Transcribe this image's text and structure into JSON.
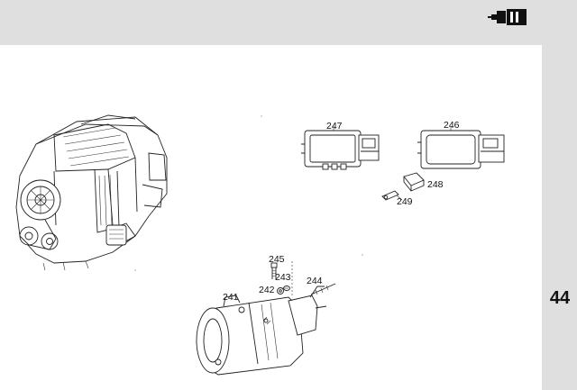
{
  "header": {
    "icon": "starter-motor-icon"
  },
  "page": {
    "number": "44"
  },
  "parts": {
    "p241": "241",
    "p242": "242",
    "p243": "243",
    "p244": "244",
    "p245": "245",
    "p246": "246",
    "p247": "247",
    "p248": "248",
    "p249": "249"
  }
}
